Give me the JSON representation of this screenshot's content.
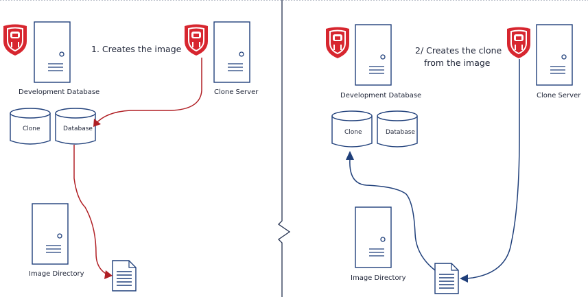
{
  "left_panel": {
    "step_label": "1. Creates the image",
    "dev_db_label": "Development Database",
    "clone_server_label": "Clone Server",
    "clone_disk_label": "Clone",
    "database_disk_label": "Database",
    "image_dir_label": "Image Directory",
    "arrow_color": "#b01f24"
  },
  "right_panel": {
    "step_label_line1": "2/ Creates the clone",
    "step_label_line2": "from the image",
    "dev_db_label": "Development Database",
    "clone_server_label": "Clone Server",
    "clone_disk_label": "Clone",
    "database_disk_label": "Database",
    "image_dir_label": "Image Directory",
    "arrow_color": "#1f3f7a"
  },
  "colors": {
    "stroke": "#1f3f7a",
    "shield_red": "#d7262f",
    "divider": "#23304f",
    "top_dash": "#b9bec8"
  },
  "icons": [
    "shield-icon",
    "server-icon",
    "disk-icon",
    "document-icon"
  ]
}
